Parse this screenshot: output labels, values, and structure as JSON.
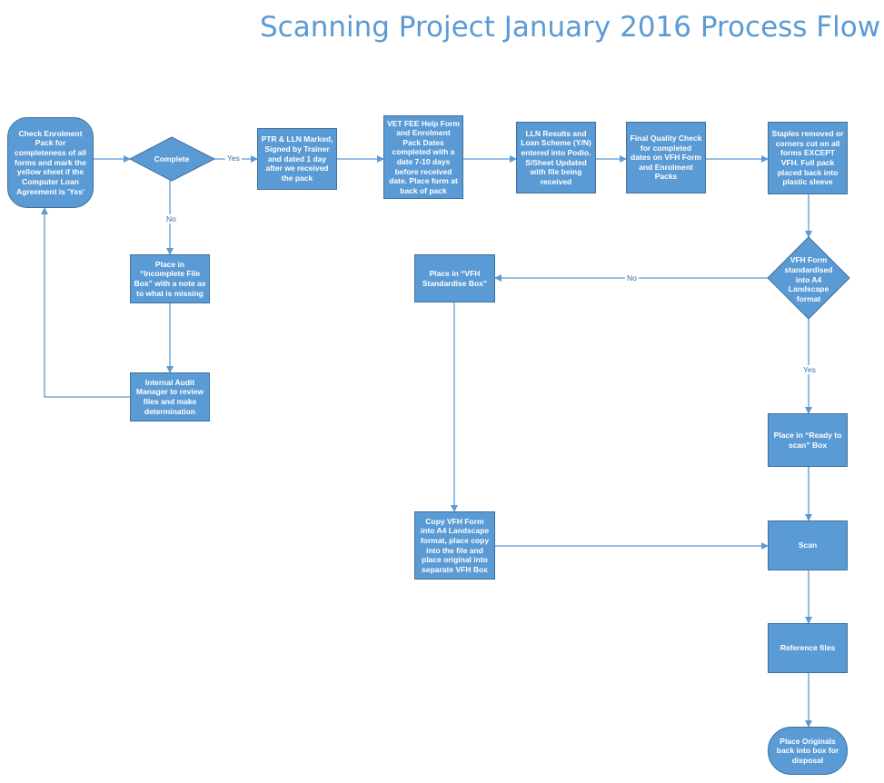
{
  "title": "Scanning Project January 2016 Process Flow",
  "nodes": {
    "check_enrolment": "Check Enrolment Pack for completeness of all forms and mark the yellow sheet if the Computer Loan Agreement is 'Yes'",
    "complete_decision": "Complete",
    "ptr_lln": "PTR & LLN Marked, Signed by Trainer and dated 1 day after we received the pack",
    "vet_fee": "VET FEE Help Form and Enrolment Pack Dates completed with a date 7-10 days before received date. Place form at back of pack",
    "lln_results": "LLN Results and Loan Scheme (Y/N) entered into Podio. S/Sheet Updated with file being received",
    "final_quality": "Final Quality Check for completed dates on VFH Form and Enrolment Packs",
    "staples": "Staples removed or corners cut on all forms EXCEPT VFH. Full pack placed back into plastic sleeve",
    "incomplete_box": "Place in “Incomplete File Box” with a note as to what is missing",
    "internal_audit": "Internal Audit Manager to review files and make determination",
    "vfh_decision": "VFH Form standardised into A4 Landscape format",
    "vfh_standardise": "Place in “VFH Standardise Box”",
    "ready_scan": "Place in “Ready to scan” Box",
    "copy_vfh": "Copy VFH Form into A4 Landscape format, place copy into the file and place original into separate VFH Box",
    "scan": "Scan",
    "reference": "Reference files",
    "originals": "Place Originals back into box for disposal"
  },
  "edge_labels": {
    "complete_yes": "Yes",
    "complete_no": "No",
    "vfh_no": "No",
    "vfh_yes": "Yes"
  },
  "colors": {
    "fill": "#5b9bd5",
    "border": "#41719c",
    "line": "#5b9bd5",
    "title": "#5b9bd5"
  }
}
